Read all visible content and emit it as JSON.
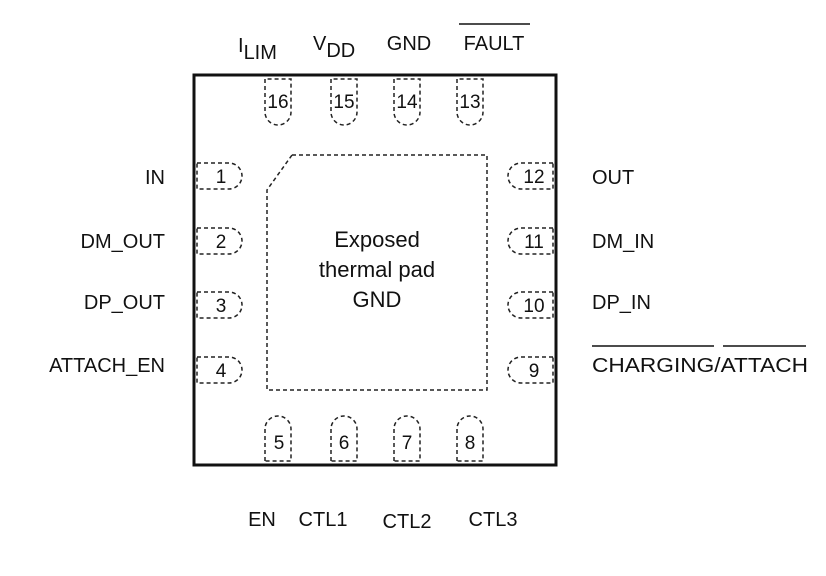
{
  "pad": {
    "line1": "Exposed",
    "line2": "thermal pad",
    "line3": "GND"
  },
  "pins": {
    "p1": {
      "number": "1",
      "name": "IN"
    },
    "p2": {
      "number": "2",
      "name": "DM_OUT"
    },
    "p3": {
      "number": "3",
      "name": "DP_OUT"
    },
    "p4": {
      "number": "4",
      "name": "ATTACH_EN"
    },
    "p5": {
      "number": "5",
      "name": "EN"
    },
    "p6": {
      "number": "6",
      "name": "CTL1"
    },
    "p7": {
      "number": "7",
      "name": "CTL2"
    },
    "p8": {
      "number": "8",
      "name": "CTL3"
    },
    "p9": {
      "number": "9",
      "name_a": "CHARGING",
      "separator": "/",
      "name_b": "ATTACH"
    },
    "p10": {
      "number": "10",
      "name": "DP_IN"
    },
    "p11": {
      "number": "11",
      "name": "DM_IN"
    },
    "p12": {
      "number": "12",
      "name": "OUT"
    },
    "p13": {
      "number": "13",
      "name": "FAULT"
    },
    "p14": {
      "number": "14",
      "name": "GND"
    },
    "p15": {
      "number": "15",
      "name_main": "V",
      "name_sub": "DD"
    },
    "p16": {
      "number": "16",
      "name_main": "I",
      "name_sub": "LIM"
    }
  }
}
